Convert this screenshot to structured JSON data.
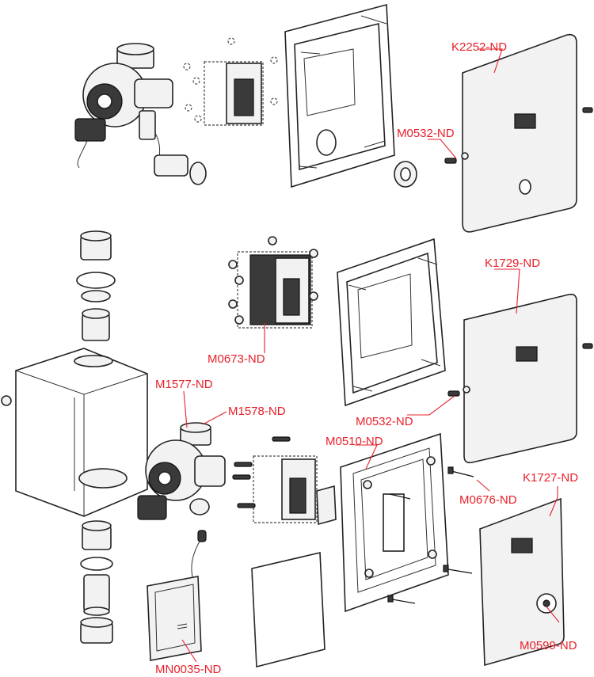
{
  "labels": {
    "k2252": "K2252-ND",
    "m0532_top": "M0532-ND",
    "k1729": "K1729-ND",
    "m0673": "M0673-ND",
    "m1577": "M1577-ND",
    "m1578": "M1578-ND",
    "m0532_mid": "M0532-ND",
    "m0510": "M0510-ND",
    "m0676": "M0676-ND",
    "k1727": "K1727-ND",
    "m0599": "M0599-ND",
    "mn0035": "MN0035-ND"
  },
  "colors": {
    "label": "#e8202a",
    "line": "#222222",
    "fill": "#f2f2f2"
  }
}
